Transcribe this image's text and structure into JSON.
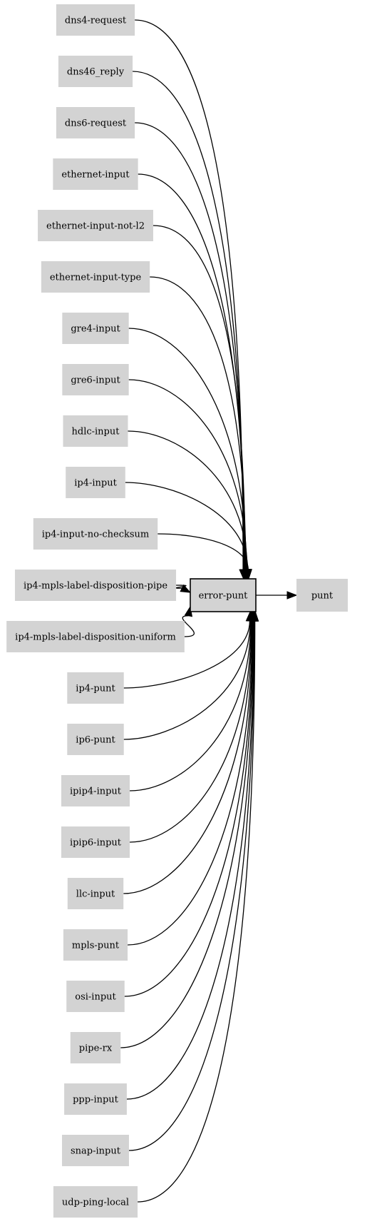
{
  "colors": {
    "node_fill": "#d3d3d3",
    "focus_fill": "#d3d3d3",
    "focus_stroke": "#000000",
    "edge": "#000000",
    "background": "#ffffff"
  },
  "focus_node": {
    "id": "error-punt",
    "label": "error-punt"
  },
  "output_node": {
    "id": "punt",
    "label": "punt"
  },
  "input_nodes": [
    {
      "id": "dns4-request",
      "label": "dns4-request"
    },
    {
      "id": "dns46_reply",
      "label": "dns46_reply"
    },
    {
      "id": "dns6-request",
      "label": "dns6-request"
    },
    {
      "id": "ethernet-input",
      "label": "ethernet-input"
    },
    {
      "id": "ethernet-input-not-l2",
      "label": "ethernet-input-not-l2"
    },
    {
      "id": "ethernet-input-type",
      "label": "ethernet-input-type"
    },
    {
      "id": "gre4-input",
      "label": "gre4-input"
    },
    {
      "id": "gre6-input",
      "label": "gre6-input"
    },
    {
      "id": "hdlc-input",
      "label": "hdlc-input"
    },
    {
      "id": "ip4-input",
      "label": "ip4-input"
    },
    {
      "id": "ip4-input-no-checksum",
      "label": "ip4-input-no-checksum"
    },
    {
      "id": "ip4-mpls-label-disposition-pipe",
      "label": "ip4-mpls-label-disposition-pipe"
    },
    {
      "id": "ip4-mpls-label-disposition-uniform",
      "label": "ip4-mpls-label-disposition-uniform"
    },
    {
      "id": "ip4-punt",
      "label": "ip4-punt"
    },
    {
      "id": "ip6-punt",
      "label": "ip6-punt"
    },
    {
      "id": "ipip4-input",
      "label": "ipip4-input"
    },
    {
      "id": "ipip6-input",
      "label": "ipip6-input"
    },
    {
      "id": "llc-input",
      "label": "llc-input"
    },
    {
      "id": "mpls-punt",
      "label": "mpls-punt"
    },
    {
      "id": "osi-input",
      "label": "osi-input"
    },
    {
      "id": "pipe-rx",
      "label": "pipe-rx"
    },
    {
      "id": "ppp-input",
      "label": "ppp-input"
    },
    {
      "id": "snap-input",
      "label": "snap-input"
    },
    {
      "id": "udp-ping-local",
      "label": "udp-ping-local"
    }
  ]
}
